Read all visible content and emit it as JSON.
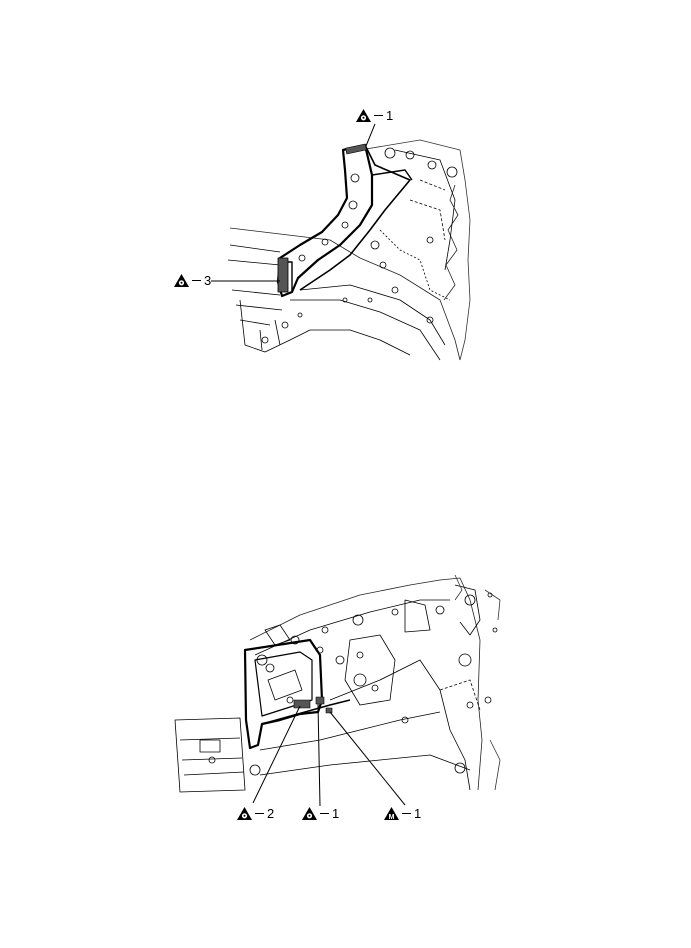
{
  "top_view": {
    "callouts": [
      {
        "symbol": "weld-spot-icon",
        "letter": "O",
        "number": "1"
      },
      {
        "symbol": "weld-spot-icon",
        "letter": "O",
        "number": "3"
      }
    ]
  },
  "bottom_view": {
    "callouts": [
      {
        "symbol": "weld-spot-icon",
        "letter": "O",
        "number": "2"
      },
      {
        "symbol": "weld-spot-icon",
        "letter": "O",
        "number": "1"
      },
      {
        "symbol": "mig-weld-icon",
        "letter": "M",
        "number": "1"
      }
    ]
  },
  "colors": {
    "line": "#000000",
    "background": "#ffffff",
    "hatch": "#555555"
  }
}
